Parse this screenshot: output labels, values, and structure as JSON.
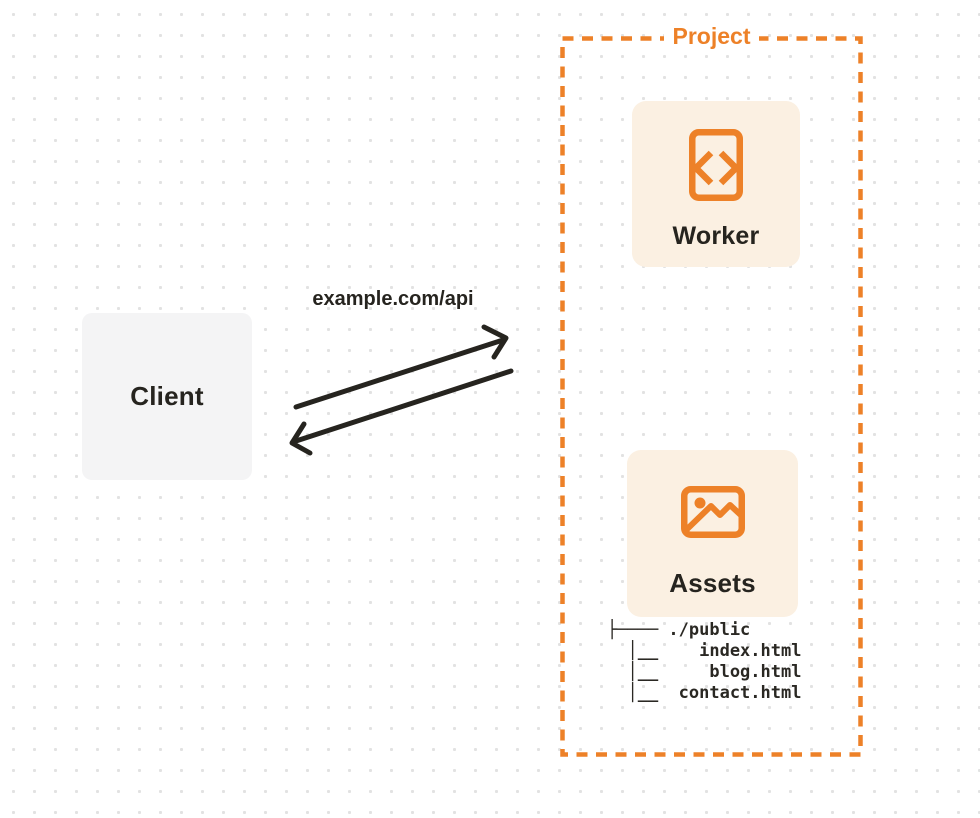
{
  "colors": {
    "accent_orange": "#ED8128",
    "card_background": "#FBF0E2",
    "client_background": "#F4F4F5",
    "ink": "#26241F",
    "dot_grid": "#E2E2E2"
  },
  "client": {
    "label": "Client"
  },
  "request": {
    "label": "example.com/api"
  },
  "project": {
    "label": "Project",
    "worker": {
      "label": "Worker",
      "icon": "code-file-icon"
    },
    "assets": {
      "label": "Assets",
      "icon": "image-icon"
    },
    "file_tree": {
      "lines": [
        "├──── ./public",
        "  │__    index.html",
        "  │__     blog.html",
        "  │__  contact.html"
      ]
    }
  }
}
